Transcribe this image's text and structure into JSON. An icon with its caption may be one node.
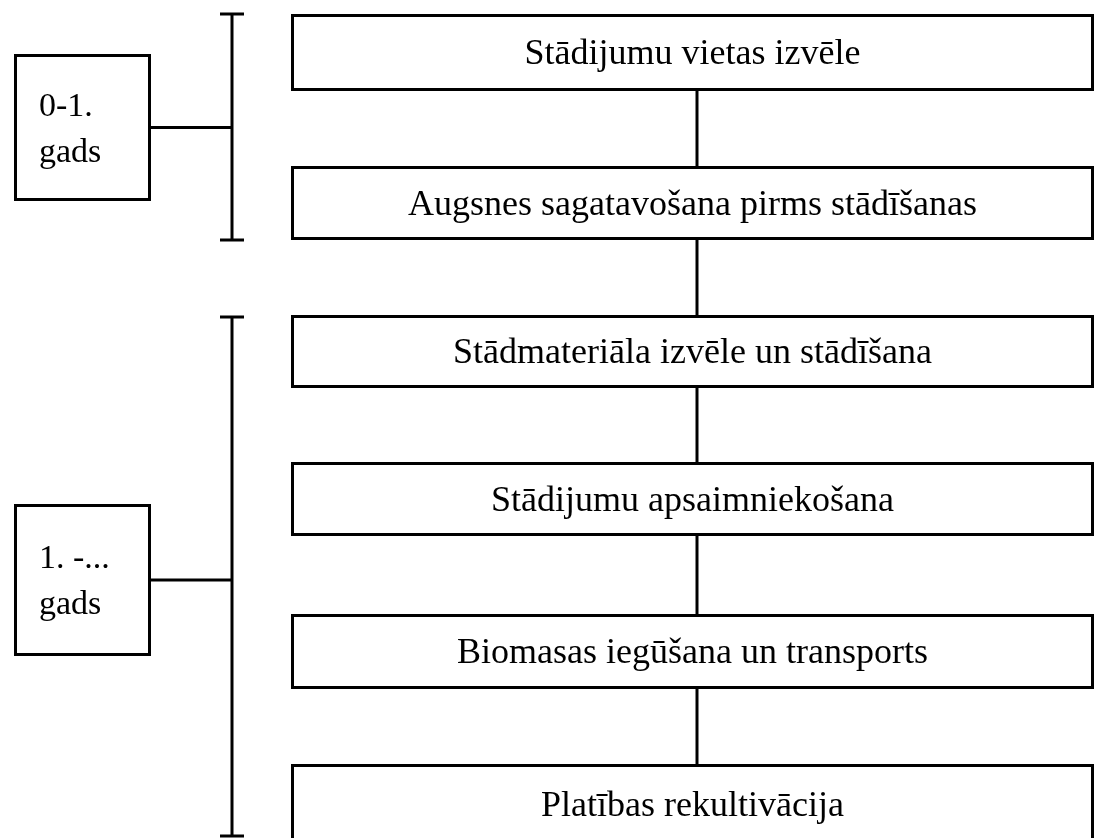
{
  "diagram": {
    "nodes": [
      {
        "text": [
          "Stādijumu vietas izvēle"
        ]
      },
      {
        "text": [
          "0-1. gads"
        ]
      },
      {
        "text": [
          "Augsnes sagatavošana pirms stādīšanas"
        ]
      },
      {
        "text": [
          "Stādmateriāla izvēle un stādīšana"
        ]
      },
      {
        "text": [
          "Stādijumu apsaimniekošana"
        ]
      },
      {
        "text": [
          "1. -... gads"
        ]
      },
      {
        "text": [
          "Biomasas iegūšana un transports"
        ]
      },
      {
        "text": [
          "Platības rekultivācija"
        ]
      }
    ],
    "edges": [
      {
        "from": 0,
        "to": 2,
        "arrow": "none"
      },
      {
        "from": 2,
        "to": 3,
        "arrow": "none"
      },
      {
        "from": 3,
        "to": 4,
        "arrow": "none"
      },
      {
        "from": 4,
        "to": 6,
        "arrow": "none"
      },
      {
        "from": 6,
        "to": 7,
        "arrow": "none"
      }
    ]
  }
}
